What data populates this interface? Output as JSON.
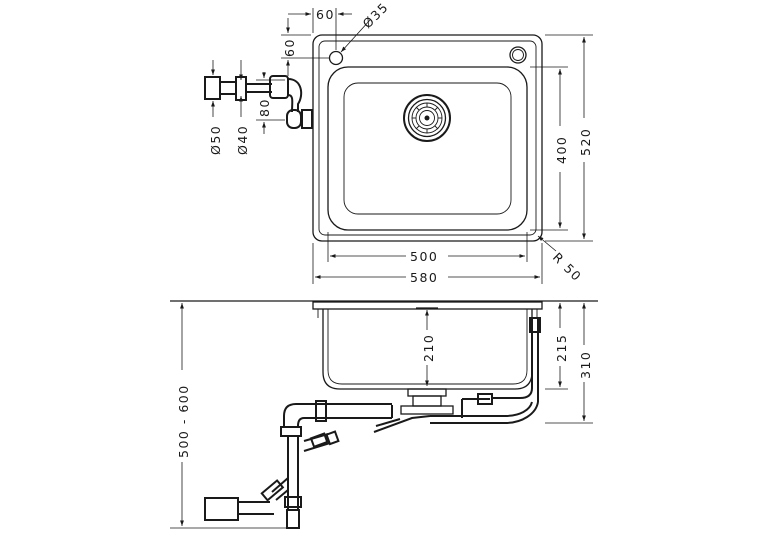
{
  "dimensions": {
    "overflow_offset": "60",
    "overflow_diameter": "Ø35",
    "overflow_vertical": "60",
    "overflow_spacing": "80",
    "outlet_diameter_large": "Ø50",
    "outlet_diameter_small": "Ø40",
    "bowl_height": "400",
    "sink_height": "520",
    "bowl_width": "500",
    "sink_width": "580",
    "corner_radius": "R 50",
    "drain_depth": "210",
    "bowl_depth": "215",
    "total_depth": "310",
    "install_height": "500 - 600"
  }
}
